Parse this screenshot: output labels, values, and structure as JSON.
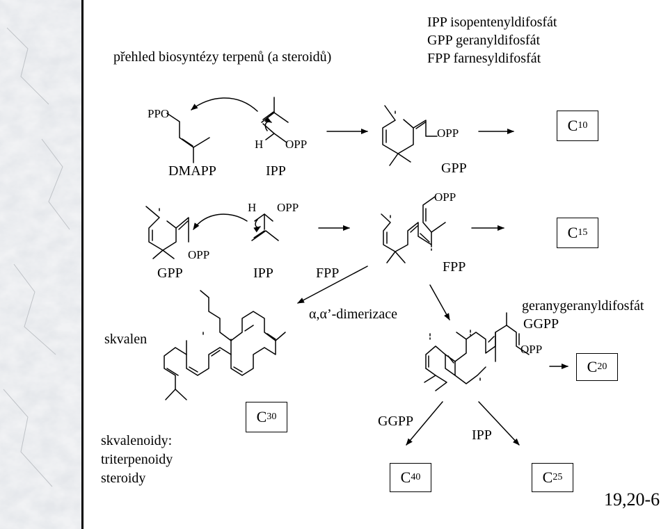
{
  "title": "přehled biosyntézy terpenů (a steroidů)",
  "legend": {
    "line1": "IPP isopentenyldifosfát",
    "line2": "GPP geranyldifosfát",
    "line3": "FPP farnesyldifosfát"
  },
  "row1": {
    "ppo": "PPO",
    "h": "H",
    "opp_ipp": "OPP",
    "opp_gpp": "OPP",
    "dmapp": "DMAPP",
    "ipp": "IPP",
    "gpp": "GPP",
    "product": {
      "base": "C",
      "sub": "10"
    }
  },
  "row2": {
    "h": "H",
    "opp_ipp": "OPP",
    "opp_gpp": "OPP",
    "opp_fpp": "OPP",
    "gpp": "GPP",
    "ipp": "IPP",
    "fpp_left": "FPP",
    "fpp_right": "FPP",
    "product": {
      "base": "C",
      "sub": "15"
    }
  },
  "row3": {
    "skvalen": "skvalen",
    "dimerization": "α,α’-dimerizace",
    "ggpp_name": "geranygeranyldifosfát",
    "ggpp_abbr": "GGPP",
    "opp": "OPP",
    "product": {
      "base": "C",
      "sub": "20"
    }
  },
  "row4": {
    "skvalenoidy": "skvalenoidy:",
    "triterpenoidy": "triterpenoidy",
    "steroidy": "steroidy",
    "c30": {
      "base": "C",
      "sub": "30"
    },
    "ggpp": "GGPP",
    "ipp": "IPP",
    "c40": {
      "base": "C",
      "sub": "40"
    },
    "c25": {
      "base": "C",
      "sub": "25"
    }
  },
  "slide_number": "19,20-6"
}
